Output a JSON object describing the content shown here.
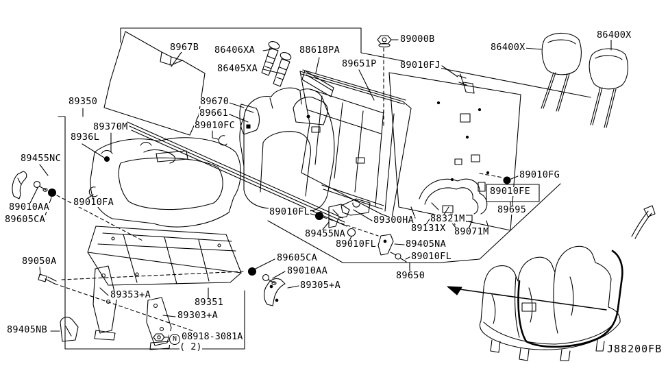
{
  "diagram": {
    "title_code": "J88200FB",
    "colors": {
      "background": "#ffffff",
      "line": "#000000"
    },
    "labels": [
      {
        "id": "8967B",
        "text": "8967B"
      },
      {
        "id": "86406XA",
        "text": "86406XA"
      },
      {
        "id": "86405XA",
        "text": "86405XA"
      },
      {
        "id": "88618PA",
        "text": "88618PA"
      },
      {
        "id": "89651P",
        "text": "89651P"
      },
      {
        "id": "89000B",
        "text": "89000B"
      },
      {
        "id": "89010FJ",
        "text": "89010FJ"
      },
      {
        "id": "86400X-left",
        "text": "86400X"
      },
      {
        "id": "86400X-right",
        "text": "86400X"
      },
      {
        "id": "89350",
        "text": "89350"
      },
      {
        "id": "89370M",
        "text": "89370M"
      },
      {
        "id": "8936L",
        "text": "8936L"
      },
      {
        "id": "89670",
        "text": "89670"
      },
      {
        "id": "89661",
        "text": "89661"
      },
      {
        "id": "89010FC",
        "text": "89010FC"
      },
      {
        "id": "89455NC",
        "text": "89455NC"
      },
      {
        "id": "89010AA-left",
        "text": "89010AA"
      },
      {
        "id": "89605CA-left",
        "text": "89605CA"
      },
      {
        "id": "89010FA",
        "text": "89010FA"
      },
      {
        "id": "89010FL-left",
        "text": "89010FL"
      },
      {
        "id": "89300HA",
        "text": "89300HA"
      },
      {
        "id": "88321M",
        "text": "88321M"
      },
      {
        "id": "89131X",
        "text": "89131X"
      },
      {
        "id": "89455NA",
        "text": "89455NA"
      },
      {
        "id": "89010FL-mid",
        "text": "89010FL"
      },
      {
        "id": "89405NA",
        "text": "89405NA"
      },
      {
        "id": "89010FL-bot",
        "text": "89010FL"
      },
      {
        "id": "89010FG",
        "text": "89010FG"
      },
      {
        "id": "89010FE",
        "text": "89010FE"
      },
      {
        "id": "89695",
        "text": "89695"
      },
      {
        "id": "89071M",
        "text": "89071M"
      },
      {
        "id": "89650",
        "text": "89650"
      },
      {
        "id": "89050A",
        "text": "89050A"
      },
      {
        "id": "89353+A",
        "text": "89353+A"
      },
      {
        "id": "89351",
        "text": "89351"
      },
      {
        "id": "89303+A",
        "text": "89303+A"
      },
      {
        "id": "89405NB",
        "text": "89405NB"
      },
      {
        "id": "89605CA-mid",
        "text": "89605CA"
      },
      {
        "id": "89010AA-mid",
        "text": "89010AA"
      },
      {
        "id": "89305+A",
        "text": "89305+A"
      }
    ],
    "nut_note": {
      "prefix": "N",
      "number": "08918-3081A",
      "qty": "( 2)"
    },
    "icons": [
      "bolt-icon",
      "nut-icon",
      "clip-icon",
      "grommet-icon",
      "washer-icon",
      "direction-arrow-icon"
    ]
  }
}
